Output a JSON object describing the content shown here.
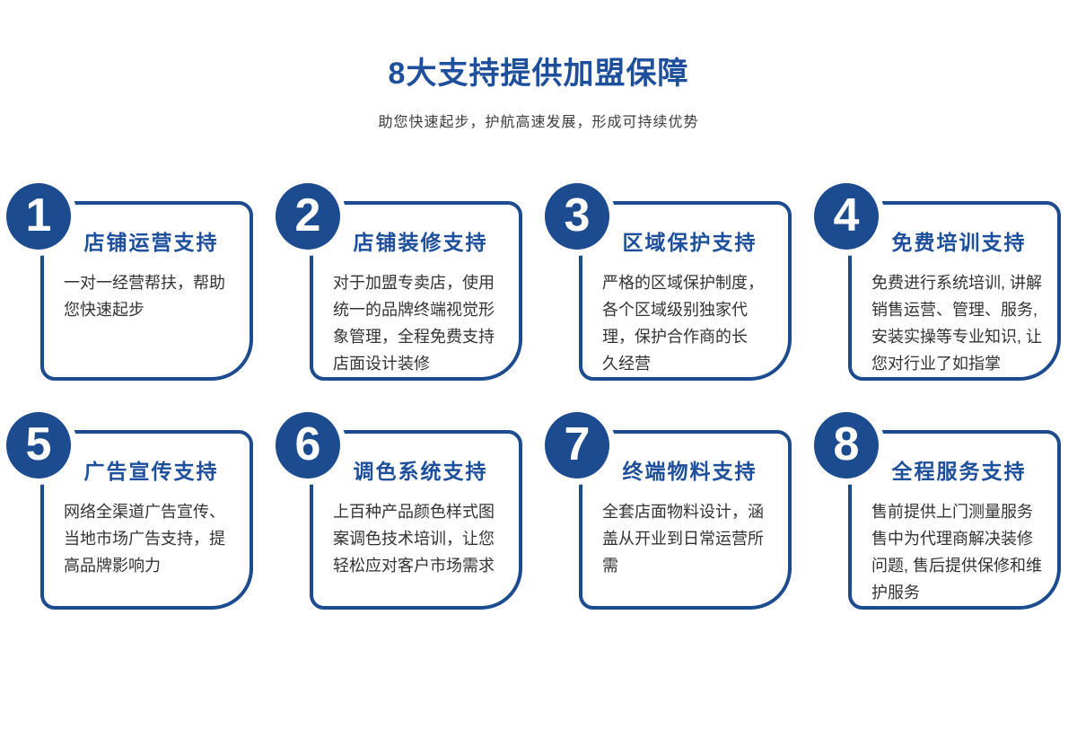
{
  "header": {
    "title": "8大支持提供加盟保障",
    "subtitle": "助您快速起步，护航高速发展，形成可持续优势"
  },
  "colors": {
    "primary_blue": "#1c4b8f",
    "title_blue": "#1e4f9c",
    "body_text": "#333333",
    "circle_number_text": "#ffffff",
    "background": "#ffffff"
  },
  "cards": [
    {
      "number": "1",
      "title": "店铺运营支持",
      "body": "一对一经营帮扶，帮助\n您快速起步"
    },
    {
      "number": "2",
      "title": "店铺装修支持",
      "body": "对于加盟专卖店，使用\n统一的品牌终端视觉形\n象管理，全程免费支持\n店面设计装修"
    },
    {
      "number": "3",
      "title": "区域保护支持",
      "body": "严格的区域保护制度，\n各个区域级别独家代\n理，保护合作商的长\n久经营"
    },
    {
      "number": "4",
      "title": "免费培训支持",
      "body": "免费进行系统培训, 讲解\n销售运营、管理、服务,\n安装实操等专业知识, 让\n您对行业了如指掌"
    },
    {
      "number": "5",
      "title": "广告宣传支持",
      "body": "网络全渠道广告宣传、\n当地市场广告支持，提\n高品牌影响力"
    },
    {
      "number": "6",
      "title": "调色系统支持",
      "body": "上百种产品颜色样式图\n案调色技术培训，让您\n轻松应对客户市场需求"
    },
    {
      "number": "7",
      "title": "终端物料支持",
      "body": "全套店面物料设计，涵\n盖从开业到日常运营所\n需"
    },
    {
      "number": "8",
      "title": "全程服务支持",
      "body": "售前提供上门测量服务\n售中为代理商解决装修\n问题, 售后提供保修和维\n护服务"
    }
  ]
}
